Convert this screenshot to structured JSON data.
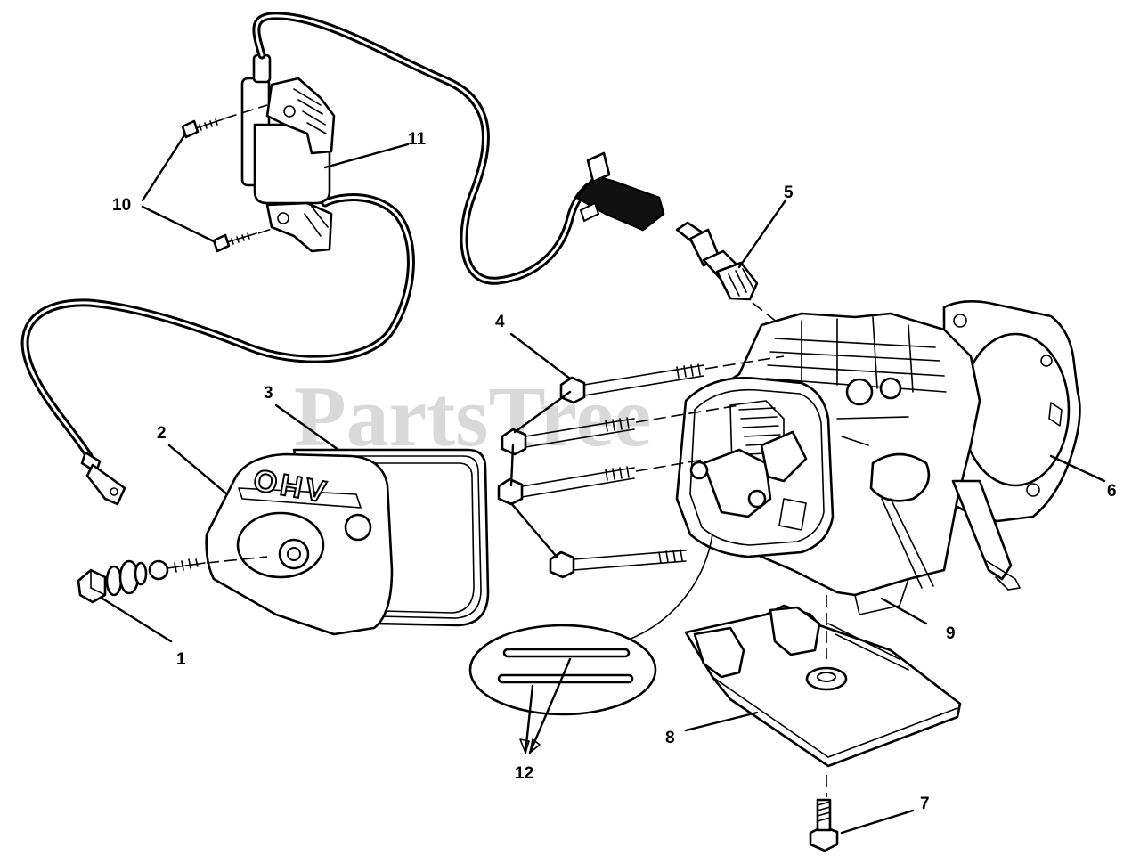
{
  "watermark": "PartsTree",
  "cover_text": "OHV",
  "callouts": [
    {
      "id": "c1",
      "text": "1"
    },
    {
      "id": "c2",
      "text": "2"
    },
    {
      "id": "c3",
      "text": "3"
    },
    {
      "id": "c4",
      "text": "4"
    },
    {
      "id": "c5",
      "text": "5"
    },
    {
      "id": "c6",
      "text": "6"
    },
    {
      "id": "c7",
      "text": "7"
    },
    {
      "id": "c8",
      "text": "8"
    },
    {
      "id": "c9",
      "text": "9"
    },
    {
      "id": "c10",
      "text": "10"
    },
    {
      "id": "c11",
      "text": "11"
    },
    {
      "id": "c12",
      "text": "12"
    }
  ]
}
